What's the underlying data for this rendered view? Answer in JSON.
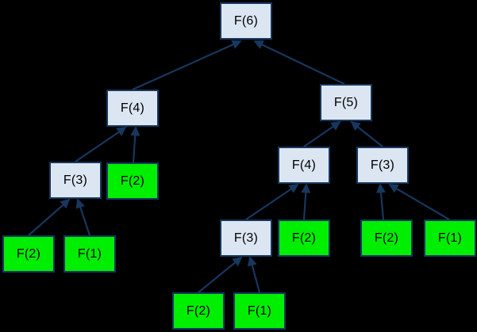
{
  "diagram": {
    "type": "recursion-tree",
    "subject": "Fibonacci call tree for F(6)"
  },
  "colors": {
    "background": "#000000",
    "call_node_fill": "#DCE6F2",
    "base_node_fill": "#00EE00",
    "node_border": "#17375E",
    "node_text": "#000000",
    "arrow": "#17375E"
  },
  "nodes": [
    {
      "id": "f6-root",
      "label": "F(6)",
      "type": "call"
    },
    {
      "id": "f4-left",
      "label": "F(4)",
      "type": "call"
    },
    {
      "id": "f5-right",
      "label": "F(5)",
      "type": "call"
    },
    {
      "id": "f3-left",
      "label": "F(3)",
      "type": "call"
    },
    {
      "id": "f2-left",
      "label": "F(2)",
      "type": "base"
    },
    {
      "id": "f2-left-leaf",
      "label": "F(2)",
      "type": "base"
    },
    {
      "id": "f1-left-leaf",
      "label": "F(1)",
      "type": "base"
    },
    {
      "id": "f4-right",
      "label": "F(4)",
      "type": "call"
    },
    {
      "id": "f3-right",
      "label": "F(3)",
      "type": "call"
    },
    {
      "id": "f3-right-child",
      "label": "F(3)",
      "type": "call"
    },
    {
      "id": "f2-right-leaf",
      "label": "F(2)",
      "type": "base"
    },
    {
      "id": "f2-far-right-leaf",
      "label": "F(2)",
      "type": "base"
    },
    {
      "id": "f1-far-right-leaf",
      "label": "F(1)",
      "type": "base"
    },
    {
      "id": "f2-bottom-leaf",
      "label": "F(2)",
      "type": "base"
    },
    {
      "id": "f1-bottom-leaf",
      "label": "F(1)",
      "type": "base"
    }
  ],
  "edges": [
    {
      "from": "f4-left",
      "to": "f6-root"
    },
    {
      "from": "f5-right",
      "to": "f6-root"
    },
    {
      "from": "f3-left",
      "to": "f4-left"
    },
    {
      "from": "f2-left",
      "to": "f4-left"
    },
    {
      "from": "f2-left-leaf",
      "to": "f3-left"
    },
    {
      "from": "f1-left-leaf",
      "to": "f3-left"
    },
    {
      "from": "f4-right",
      "to": "f5-right"
    },
    {
      "from": "f3-right",
      "to": "f5-right"
    },
    {
      "from": "f3-right-child",
      "to": "f4-right"
    },
    {
      "from": "f2-right-leaf",
      "to": "f4-right"
    },
    {
      "from": "f2-far-right-leaf",
      "to": "f3-right"
    },
    {
      "from": "f1-far-right-leaf",
      "to": "f3-right"
    },
    {
      "from": "f2-bottom-leaf",
      "to": "f3-right-child"
    },
    {
      "from": "f1-bottom-leaf",
      "to": "f3-right-child"
    }
  ]
}
